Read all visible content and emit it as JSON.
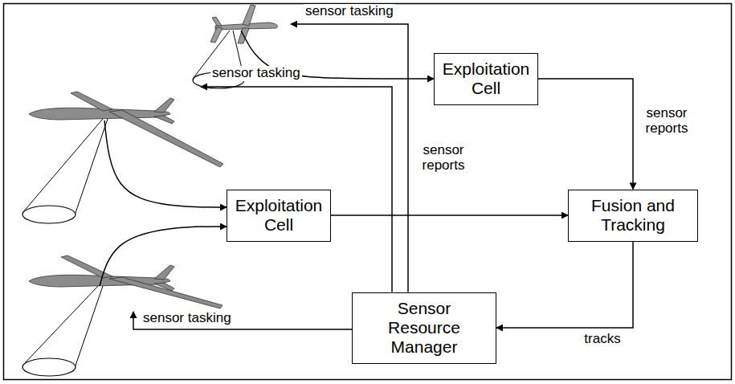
{
  "diagram": {
    "nodes": [
      {
        "text": [
          "Exploitation Cell"
        ]
      },
      {
        "text": [
          "Exploitation Cell"
        ]
      },
      {
        "text": [
          "Fusion and Tracking"
        ]
      },
      {
        "text": [
          "Sensor Resource Manager"
        ]
      }
    ],
    "edges": [
      {
        "from": 0,
        "to": 2,
        "arrow": "to",
        "label": "sensor reports"
      },
      {
        "from": 1,
        "to": 2,
        "arrow": "to",
        "label": "sensor reports"
      },
      {
        "from": 2,
        "to": 3,
        "arrow": "to",
        "label": "tracks"
      }
    ],
    "labels": [
      "sensor tasking",
      "sensor tasking",
      "sensor tasking"
    ]
  }
}
